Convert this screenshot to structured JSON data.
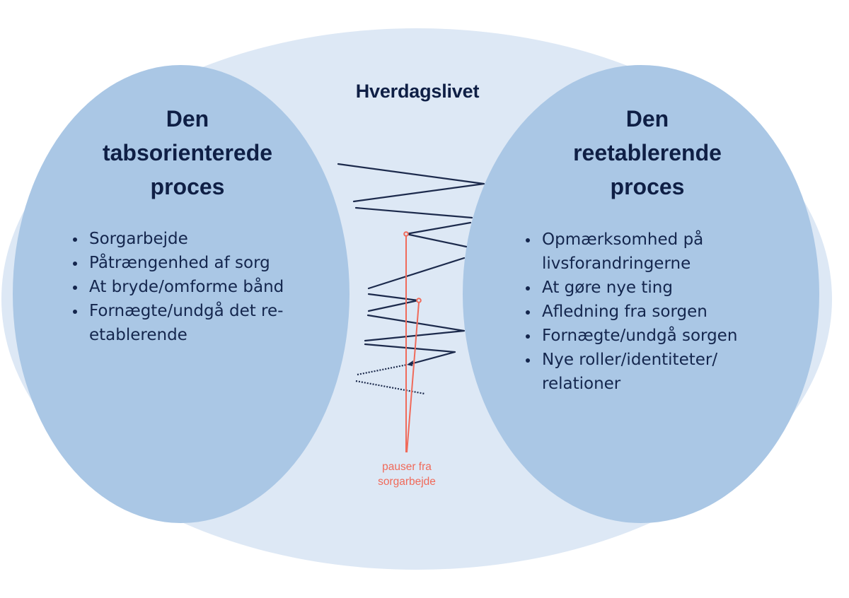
{
  "diagram": {
    "title": "Hverdagslivet",
    "colors": {
      "outer_ellipse": "#dde8f5",
      "process_circle": "#aac7e5",
      "text": "#0f1f45",
      "oscillation_line": "#1c2a4c",
      "pause_line": "#f06a5a"
    },
    "left_process": {
      "title_lines": [
        "Den",
        "tabsorienterede",
        "proces"
      ],
      "items": [
        "Sorgarbejde",
        "Påtrængenhed af sorg",
        "At bryde/omforme bånd",
        "Fornægte/undgå det re-etablerende"
      ]
    },
    "right_process": {
      "title_lines": [
        "Den",
        "reetablerende",
        "proces"
      ],
      "items": [
        "Opmærksomhed på livsforandringerne",
        "At gøre nye ting",
        "Afledning fra sorgen",
        "Fornægte/undgå sorgen",
        "Nye roller/identiteter/ relationer"
      ]
    },
    "pause_annotation": {
      "lines": [
        "pauser fra",
        "sorgarbejde"
      ]
    }
  }
}
